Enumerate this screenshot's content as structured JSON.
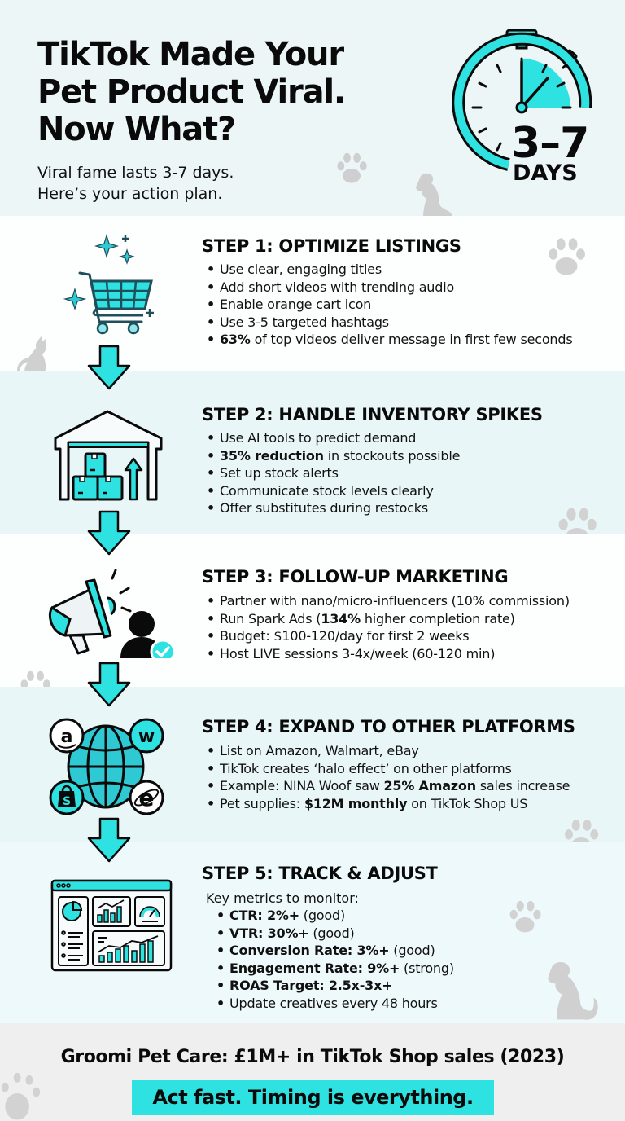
{
  "header": {
    "title_lines": [
      "TikTok Made Your",
      "Pet Product Viral.",
      "Now What?"
    ],
    "subtitle_lines": [
      "Viral fame lasts 3-7 days.",
      "Here’s your action plan."
    ],
    "timer": {
      "range": "3–7",
      "unit": "DAYS",
      "icon": "stopwatch-icon"
    }
  },
  "colors": {
    "accent": "#2ee2e2",
    "outline": "#0a0a0a",
    "icon_stroke": "#1e4f5a",
    "section_white": "#fdfefe",
    "section_cyan": "#e9f6f8",
    "footer_bg": "#efefef",
    "decor_gray": "#cfcfcf"
  },
  "steps": [
    {
      "title": "STEP 1: OPTIMIZE LISTINGS",
      "icon": "shopping-cart-icon",
      "bullets": [
        {
          "text": "Use clear, engaging titles"
        },
        {
          "text": "Add short videos with trending audio"
        },
        {
          "text": "Enable orange cart icon"
        },
        {
          "text": "Use 3-5 targeted hashtags"
        },
        {
          "bold": "63%",
          "text": " of top videos deliver message in first few seconds"
        }
      ]
    },
    {
      "title": "STEP 2: HANDLE INVENTORY SPIKES",
      "icon": "warehouse-icon",
      "bullets": [
        {
          "text": "Use AI tools to predict demand"
        },
        {
          "bold": "35% reduction",
          "text": " in stockouts possible"
        },
        {
          "text": "Set up stock alerts"
        },
        {
          "text": "Communicate stock levels clearly"
        },
        {
          "text": "Offer substitutes during restocks"
        }
      ]
    },
    {
      "title": "STEP 3: FOLLOW-UP MARKETING",
      "icon": "megaphone-influencer-icon",
      "bullets": [
        {
          "text": "Partner with nano/micro-influencers (10% commission)"
        },
        {
          "pre": "Run Spark Ads (",
          "bold": "134%",
          "text": " higher completion rate)"
        },
        {
          "text": "Budget: $100-120/day for first 2 weeks"
        },
        {
          "text": "Host LIVE sessions 3-4x/week (60-120 min)"
        }
      ]
    },
    {
      "title": "STEP 4: EXPAND TO OTHER PLATFORMS",
      "icon": "globe-platforms-icon",
      "platform_badges": [
        "a",
        "w",
        "S",
        "e"
      ],
      "bullets": [
        {
          "text": "List on Amazon, Walmart, eBay"
        },
        {
          "text": "TikTok creates ‘halo effect’ on other platforms"
        },
        {
          "pre": "Example: NINA Woof saw ",
          "bold": "25% Amazon",
          "text": " sales increase"
        },
        {
          "pre": "Pet supplies: ",
          "bold": "$12M monthly",
          "text": " on TikTok Shop US"
        }
      ]
    },
    {
      "title": "STEP 5: TRACK & ADJUST",
      "icon": "analytics-dashboard-icon",
      "intro": "Key metrics to monitor:",
      "bullets": [
        {
          "bold": "CTR: 2%+",
          "text": " (good)"
        },
        {
          "bold": "VTR: 30%+",
          "text": " (good)"
        },
        {
          "bold": "Conversion Rate: 3%+",
          "text": " (good)"
        },
        {
          "bold": "Engagement Rate: 9%+",
          "text": " (strong)"
        },
        {
          "bold": "ROAS Target: 2.5x-3x+",
          "text": ""
        },
        {
          "text": "Update creatives every 48 hours"
        }
      ]
    }
  ],
  "footer": {
    "stat": "Groomi Pet Care: £1M+ in TikTok Shop sales (2023)",
    "cta": "Act fast. Timing is everything."
  }
}
